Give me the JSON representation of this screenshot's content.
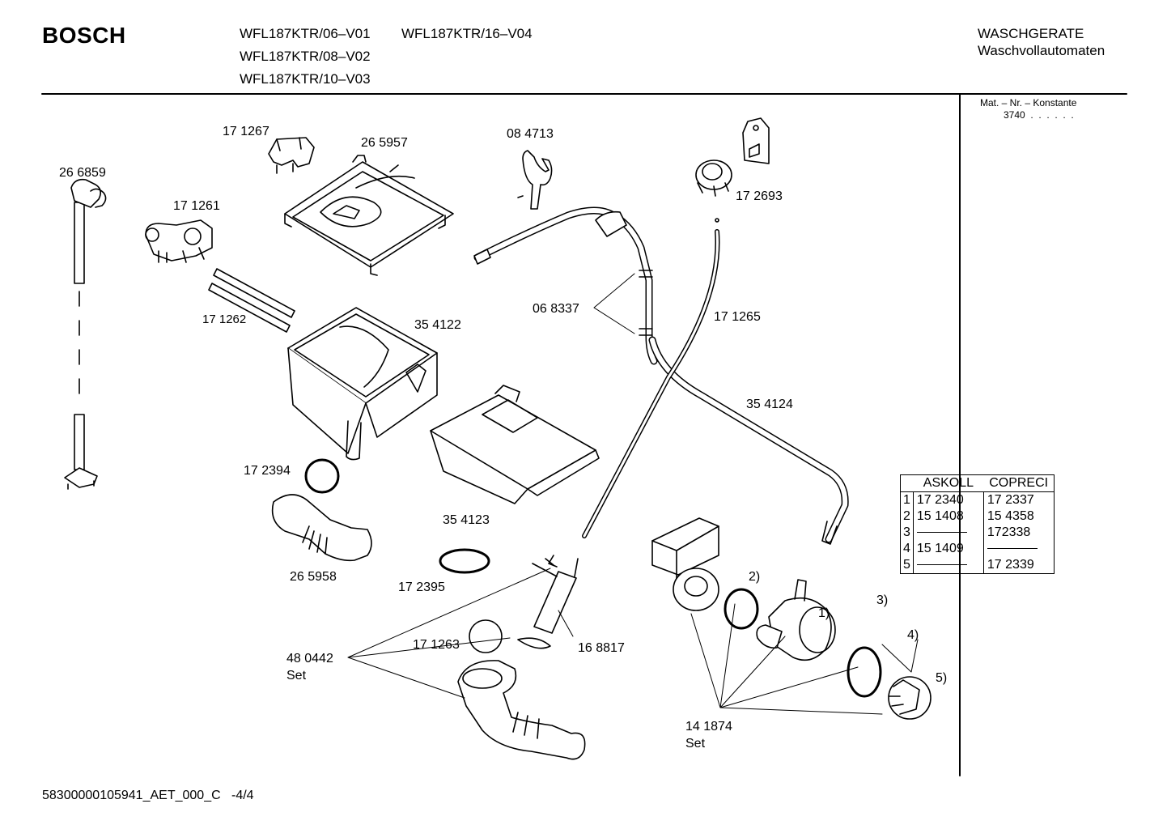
{
  "header": {
    "brand": "BOSCH",
    "models": [
      "WFL187KTR/06–V01",
      "WFL187KTR/16–V04",
      "WFL187KTR/08–V02",
      "WFL187KTR/10–V03"
    ],
    "category_line1": "WASCHGERATE",
    "category_line2": "Waschvollautomaten",
    "mat_nr_label": "Mat. – Nr. – Konstante",
    "mat_nr_value": "3740  .  .  .  .  .  ."
  },
  "callouts": [
    {
      "id": "c-266859",
      "text": "26 6859"
    },
    {
      "id": "c-171267",
      "text": "17 1267"
    },
    {
      "id": "c-265957",
      "text": "26 5957"
    },
    {
      "id": "c-084713",
      "text": "08 4713"
    },
    {
      "id": "c-172693",
      "text": "17 2693"
    },
    {
      "id": "c-171261",
      "text": "17 1261"
    },
    {
      "id": "c-171262",
      "text": "17 1262"
    },
    {
      "id": "c-354122",
      "text": "35 4122"
    },
    {
      "id": "c-068337",
      "text": "06 8337"
    },
    {
      "id": "c-171265",
      "text": "17 1265"
    },
    {
      "id": "c-354124",
      "text": "35 4124"
    },
    {
      "id": "c-172394",
      "text": "17 2394"
    },
    {
      "id": "c-354123",
      "text": "35 4123"
    },
    {
      "id": "c-265958",
      "text": "26 5958"
    },
    {
      "id": "c-172395",
      "text": "17 2395"
    },
    {
      "id": "c-480442",
      "text": "48 0442"
    },
    {
      "id": "c-480442-set",
      "text": "Set"
    },
    {
      "id": "c-171263",
      "text": "17 1263"
    },
    {
      "id": "c-168817",
      "text": "16 8817"
    },
    {
      "id": "c-141874",
      "text": "14 1874"
    },
    {
      "id": "c-141874-set",
      "text": "Set"
    },
    {
      "id": "c-1",
      "text": "1)"
    },
    {
      "id": "c-2",
      "text": "2)"
    },
    {
      "id": "c-3",
      "text": "3)"
    },
    {
      "id": "c-4",
      "text": "4)"
    },
    {
      "id": "c-5",
      "text": "5)"
    }
  ],
  "variant_table": {
    "headers": [
      "ASKOLL",
      "COPRECI"
    ],
    "rows": [
      {
        "index": "1",
        "askoll": "17 2340",
        "copreci": "17 2337"
      },
      {
        "index": "2",
        "askoll": "15 1408",
        "copreci": "15 4358"
      },
      {
        "index": "3",
        "askoll": "",
        "copreci": "172338"
      },
      {
        "index": "4",
        "askoll": "15 1409",
        "copreci": ""
      },
      {
        "index": "5",
        "askoll": "",
        "copreci": "17 2339"
      }
    ]
  },
  "footer": {
    "doc_id": "58300000105941_AET_000_C",
    "page": "-4/4"
  }
}
